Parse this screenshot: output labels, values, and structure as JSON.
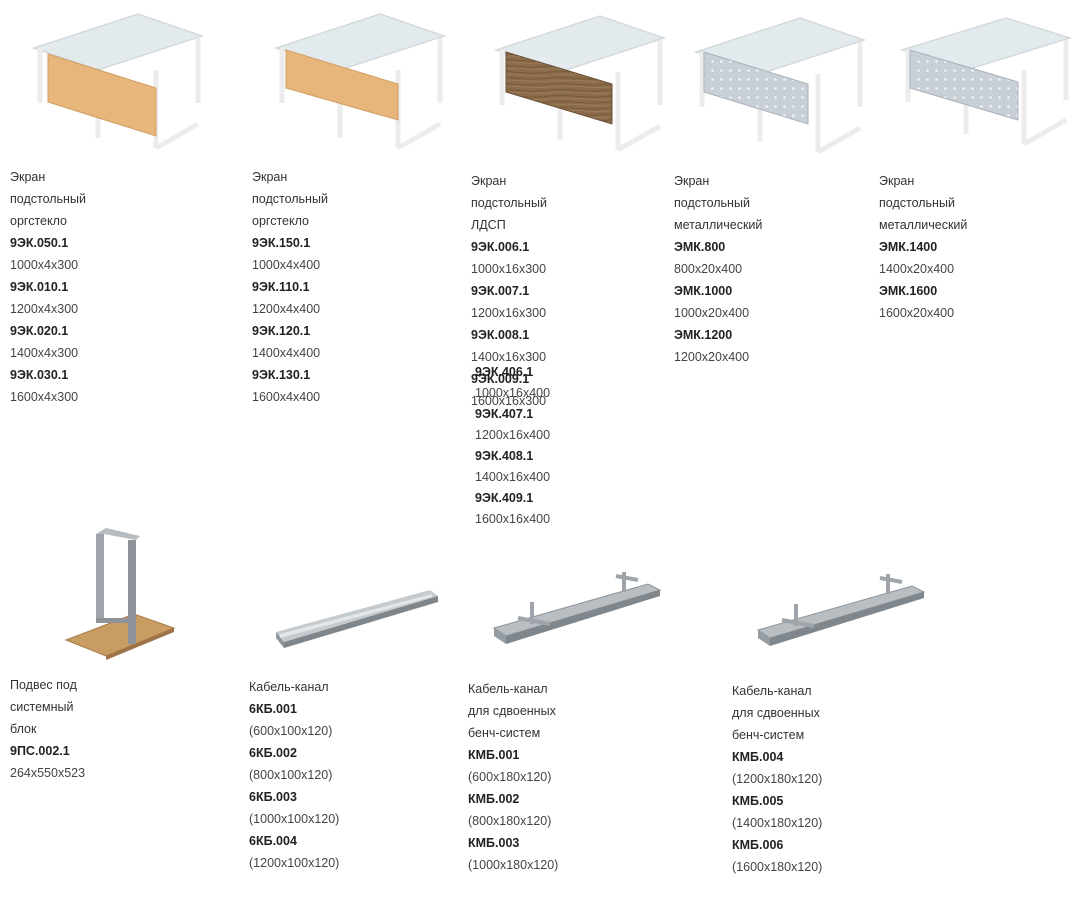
{
  "colors": {
    "accent_text": "#333333",
    "glass": "#dfe7ea",
    "frame": "#f4f4f4",
    "wood_light": "#e2b77a",
    "wood_dark": "#8a6a48",
    "metal_panel": "#c7ccd3",
    "metal_channel": "#9aa1a7"
  },
  "products": [
    {
      "title": "Экран подстольный оргстекло",
      "items": [
        {
          "code": "9ЭК.050.1",
          "dim": "1000х4х300"
        },
        {
          "code": "9ЭК.010.1",
          "dim": "1200х4х300"
        },
        {
          "code": "9ЭК.020.1",
          "dim": "1400х4х300"
        },
        {
          "code": "9ЭК.030.1",
          "dim": "1600х4х300"
        }
      ]
    },
    {
      "title": "Экран подстольный оргстекло",
      "items": [
        {
          "code": "9ЭК.150.1",
          "dim": "1000х4х400"
        },
        {
          "code": "9ЭК.110.1",
          "dim": "1200х4х400"
        },
        {
          "code": "9ЭК.120.1",
          "dim": "1400х4х400"
        },
        {
          "code": "9ЭК.130.1",
          "dim": "1600х4х400"
        }
      ]
    },
    {
      "title": "Экран подстольный ЛДСП",
      "items": [
        {
          "code": "9ЭК.006.1",
          "dim": "1000х16х300"
        },
        {
          "code": "9ЭК.007.1",
          "dim": "1200х16х300"
        },
        {
          "code": "9ЭК.008.1",
          "dim": "1400х16х300"
        },
        {
          "code": "9ЭК.009.1",
          "dim": "1600х16х300"
        },
        {
          "code": "9ЭК.406.1",
          "dim": "1000х16х400"
        },
        {
          "code": "9ЭК.407.1",
          "dim": "1200х16х400"
        },
        {
          "code": "9ЭК.408.1",
          "dim": "1400х16х400"
        },
        {
          "code": "9ЭК.409.1",
          "dim": "1600х16х400"
        }
      ]
    },
    {
      "title1": "Экран подстольный",
      "title2": "металлический",
      "items": [
        {
          "code": "ЭМК.800",
          "dim": "800х20х400"
        },
        {
          "code": "ЭМК.1000",
          "dim": "1000х20х400"
        },
        {
          "code": "ЭМК.1200",
          "dim": "1200х20х400"
        }
      ]
    },
    {
      "title1": "Экран подстольный",
      "title2": "металлический",
      "items": [
        {
          "code": "ЭМК.1400",
          "dim": "1400х20х400"
        },
        {
          "code": "ЭМК.1600",
          "dim": "1600х20х400"
        }
      ]
    },
    {
      "title": "Подвес под системный блок",
      "items": [
        {
          "code": "9ПС.002.1",
          "dim": "264х550х523"
        }
      ]
    },
    {
      "title": "Кабель-канал",
      "items": [
        {
          "code": "6КБ.001",
          "dim": "(600х100х120)"
        },
        {
          "code": "6КБ.002",
          "dim": "(800х100х120)"
        },
        {
          "code": "6КБ.003",
          "dim": "(1000х100х120)"
        },
        {
          "code": "6КБ.004",
          "dim": "(1200х100х120)"
        }
      ]
    },
    {
      "title1": "Кабель-канал для сдвоенных",
      "title2": "бенч-систем",
      "items": [
        {
          "code": "КМБ.001",
          "dim": "(600х180х120)"
        },
        {
          "code": "КМБ.002",
          "dim": "(800х180х120)"
        },
        {
          "code": "КМБ.003",
          "dim": "(1000х180х120)"
        }
      ]
    },
    {
      "title1": "Кабель-канал для сдвоенных",
      "title2": "бенч-систем",
      "items": [
        {
          "code": "КМБ.004",
          "dim": "(1200х180х120)"
        },
        {
          "code": "КМБ.005",
          "dim": "(1400х180х120)"
        },
        {
          "code": "КМБ.006",
          "dim": "(1600х180х120)"
        }
      ]
    }
  ]
}
